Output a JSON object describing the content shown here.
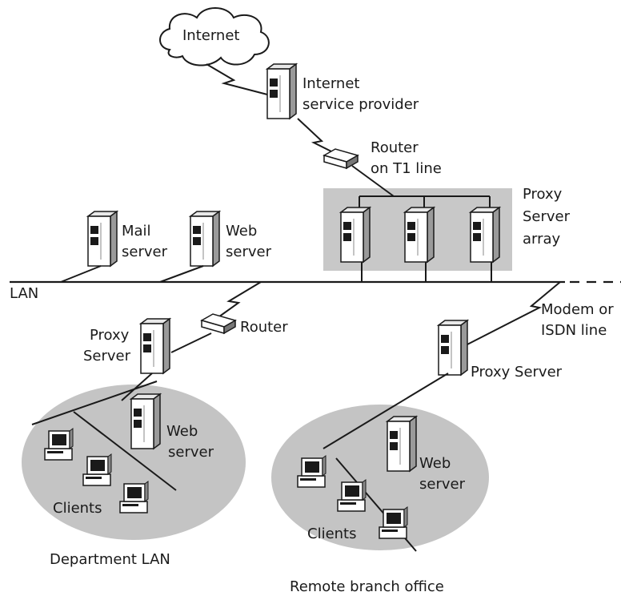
{
  "labels": {
    "internet": "Internet",
    "isp_line1": "Internet",
    "isp_line2": "service provider",
    "router_t1_line1": "Router",
    "router_t1_line2": "on T1 line",
    "proxy_array_line1": "Proxy",
    "proxy_array_line2": "Server",
    "proxy_array_line3": "array",
    "mail_line1": "Mail",
    "mail_line2": "server",
    "web_line1": "Web",
    "web_line2": "server",
    "lan": "LAN",
    "modem_line1": "Modem or",
    "modem_line2": "ISDN line",
    "dept_proxy_line1": "Proxy",
    "dept_proxy_line2": "Server",
    "router": "Router",
    "remote_proxy": "Proxy Server",
    "dept_web_line1": "Web",
    "dept_web_line2": "server",
    "dept_clients": "Clients",
    "dept_lan": "Department LAN",
    "remote_web_line1": "Web",
    "remote_web_line2": "server",
    "remote_clients": "Clients",
    "remote_office": "Remote branch office"
  },
  "colors": {
    "line": "#1a1a1a",
    "array_shade": "#c8c8c8",
    "ellipse_shade": "#c4c4c4",
    "device_fill": "#ffffff"
  }
}
